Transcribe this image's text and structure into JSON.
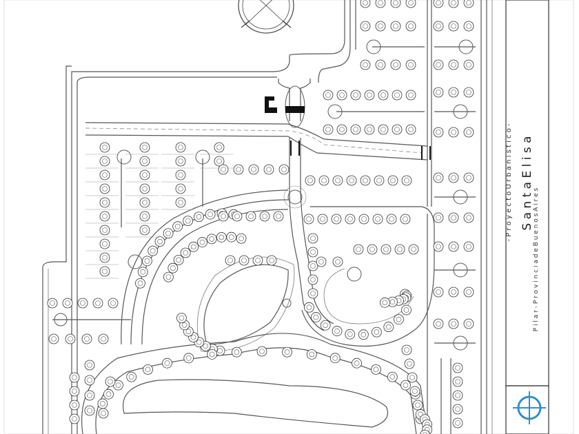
{
  "title_block": {
    "line1": "-   P r o y e c t o   U r b a n í s t i c o   -",
    "line2": "S a n t a   E l i s a",
    "line3": "P i l a r   -   P r o v i n c i a   d e   B u e n o s   A i r e s"
  },
  "icons": {
    "compass": "north-compass-icon",
    "logo": "crosshair-logo-icon",
    "clubhouse": "clubhouse-building-icon"
  },
  "colors": {
    "ink": "#444444",
    "paper": "#ffffff",
    "logo": "#2f8fc8"
  },
  "lot_groups": [
    {
      "id": "top-right-a",
      "count": 28
    },
    {
      "id": "top-right-b",
      "count": 30
    },
    {
      "id": "left-block",
      "count": 40
    },
    {
      "id": "center-ring",
      "count": 44
    },
    {
      "id": "bottom-ring",
      "count": 38
    },
    {
      "id": "right-column",
      "count": 26
    }
  ]
}
